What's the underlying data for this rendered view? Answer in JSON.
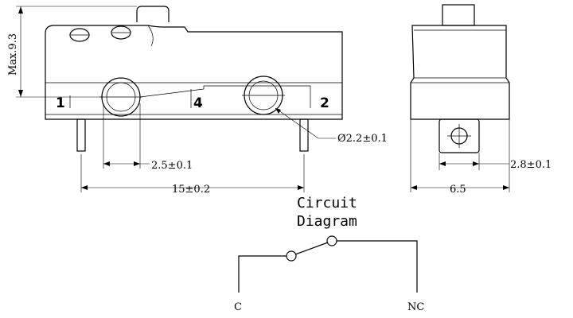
{
  "front_view": {
    "height_label": "Max.9.3",
    "pin_labels": [
      "1",
      "4",
      "2"
    ],
    "hole_diameter_label": "Ø2.2±0.1",
    "hole_spacing_label": "2.5±0.1",
    "pin_spacing_label": "15±0.2"
  },
  "side_view": {
    "terminal_width_label": "2.8±0.1",
    "body_width_label": "6.5"
  },
  "circuit": {
    "title_line1": "Circuit",
    "title_line2": "Diagram",
    "terminal_common": "C",
    "terminal_nc": "NC"
  }
}
